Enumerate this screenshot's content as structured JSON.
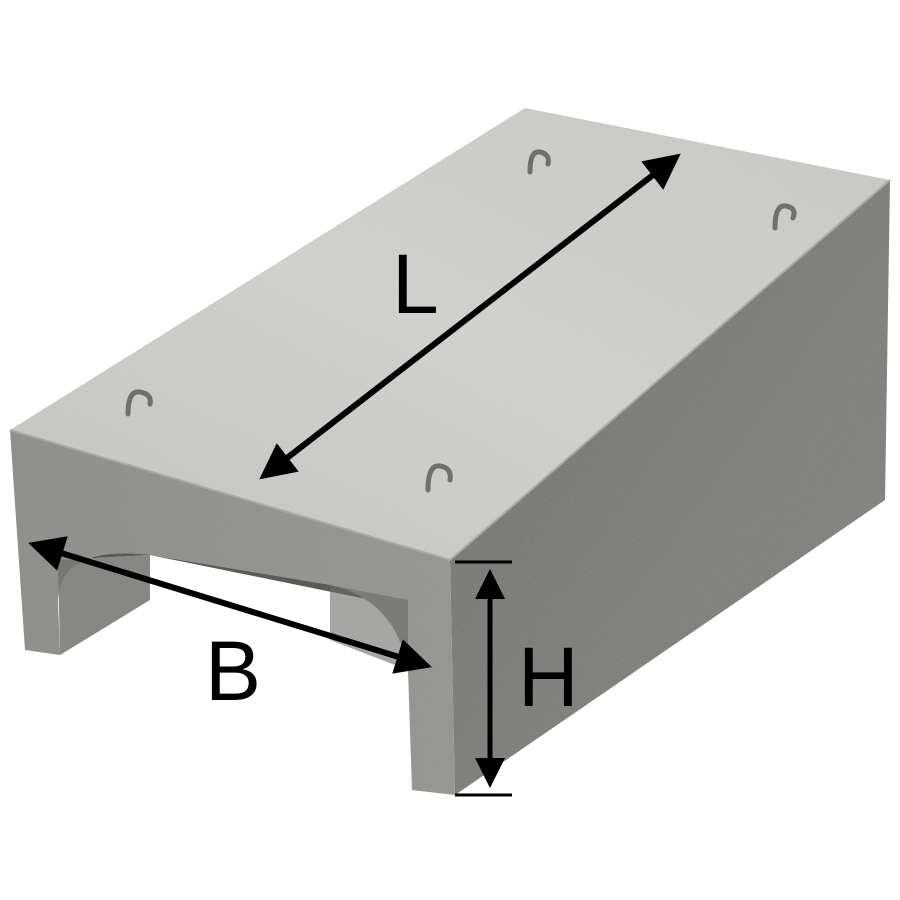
{
  "dimensions": {
    "length_label": "L",
    "width_label": "B",
    "height_label": "H"
  },
  "colors": {
    "top_face": "#cfcfcb",
    "side_face": "#777774",
    "front_face": "#8e8e8a",
    "underside": "#5e5e5b",
    "arrow": "#000000",
    "lifting_loop": "#6f6f6c"
  },
  "lifting_loops": 4
}
